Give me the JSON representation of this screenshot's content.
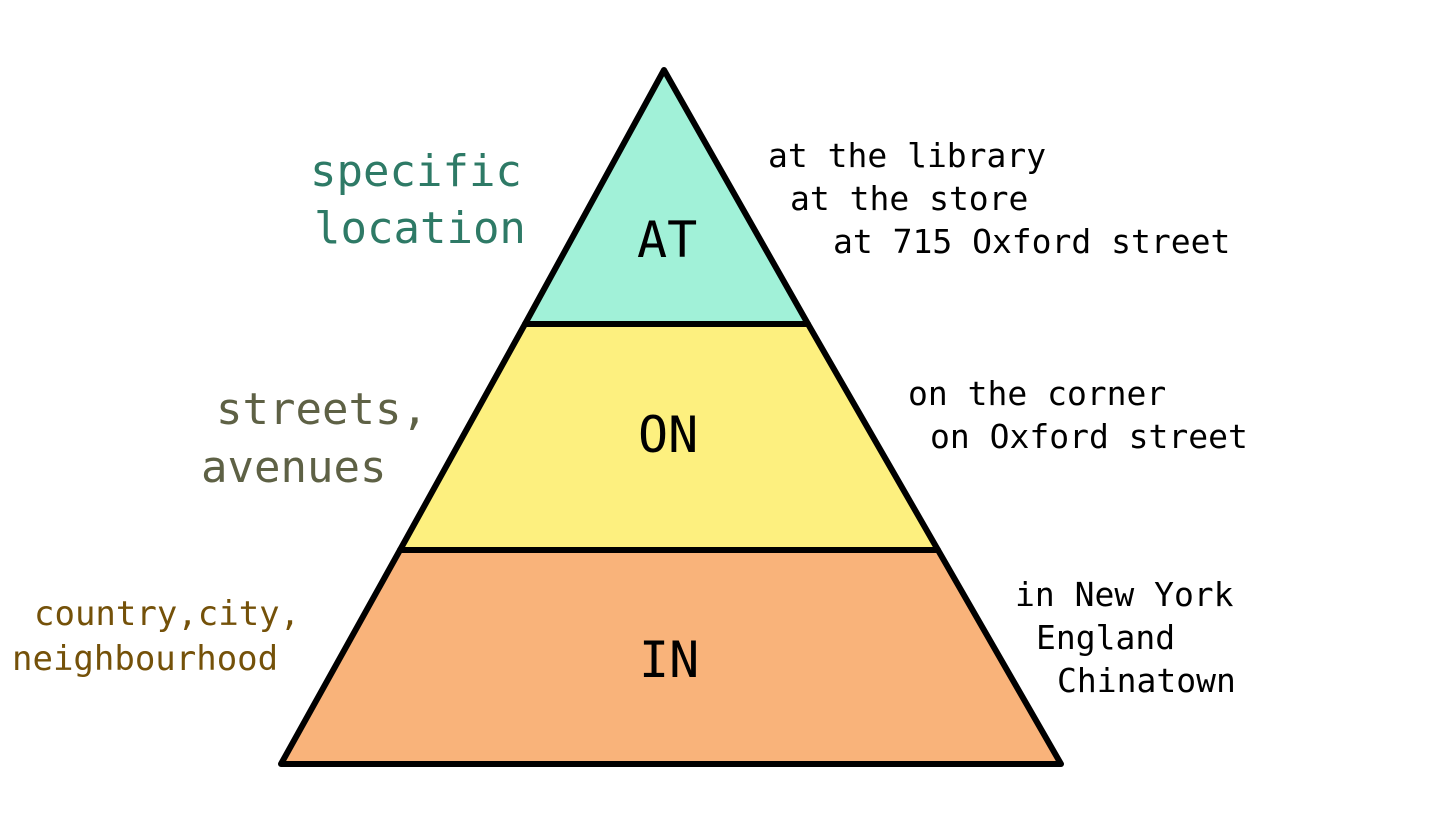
{
  "diagram": {
    "tiers": [
      {
        "key": "at",
        "label": "AT",
        "fill": "#a1f1d8",
        "category": [
          "specific",
          "location"
        ],
        "category_color": "#2e7a66",
        "examples": [
          "at the library",
          "at the store",
          "at 715 Oxford street"
        ]
      },
      {
        "key": "on",
        "label": "ON",
        "fill": "#fdf07f",
        "category": [
          "streets,",
          "avenues"
        ],
        "category_color": "#5e6145",
        "examples": [
          "on the corner",
          "on Oxford street"
        ]
      },
      {
        "key": "in",
        "label": "IN",
        "fill": "#f9b37a",
        "category": [
          "country,city,",
          "neighbourhood"
        ],
        "category_color": "#745109",
        "examples": [
          "in New York",
          "England",
          "Chinatown"
        ]
      }
    ],
    "outline_color": "#000000"
  }
}
